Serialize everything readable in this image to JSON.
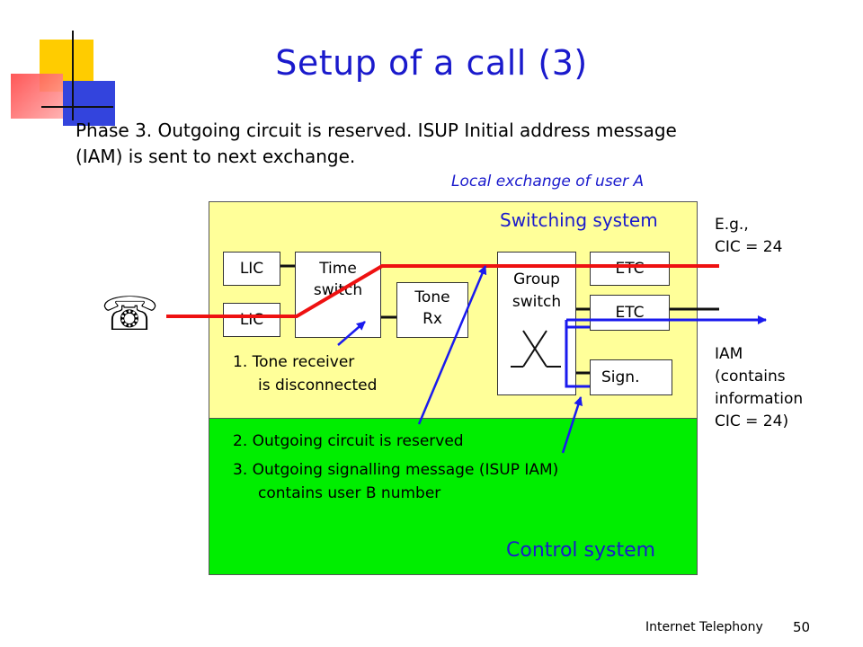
{
  "slide": {
    "title": "Setup of a call (3)",
    "subtitle_line1": "Phase 3. Outgoing circuit is reserved. ISUP Initial address message",
    "subtitle_line2": "(IAM) is sent to next exchange.",
    "caption": "Local exchange of user A",
    "footer": "Internet Telephony",
    "page_number": "50"
  },
  "diagram": {
    "switching_label": "Switching system",
    "control_label": "Control system",
    "blocks": {
      "lic_top": "LIC",
      "lic_bottom": "LIC",
      "time_switch_1": "Time",
      "time_switch_2": "switch",
      "tone_rx_1": "Tone",
      "tone_rx_2": "Rx",
      "group_switch_1": "Group",
      "group_switch_2": "switch",
      "etc_top": "ETC",
      "etc_bottom": "ETC",
      "sign": "Sign."
    },
    "notes": {
      "n1_line1": "1. Tone receiver",
      "n1_line2": "is disconnected",
      "n2": "2. Outgoing circuit is reserved",
      "n3_line1": "3. Outgoing signalling message (ISUP IAM)",
      "n3_line2": "contains user B number"
    },
    "right": {
      "eg_line1": "E.g.,",
      "eg_line2": "CIC = 24",
      "iam_line1": "IAM",
      "iam_line2": "(contains",
      "iam_line3": "information",
      "iam_line4": "CIC = 24)"
    },
    "phone_glyph": "☏",
    "colors": {
      "title": "#1a1acc",
      "path": "#ee1111",
      "signal": "#1a1aee",
      "switching_bg": "#ffff99",
      "control_bg": "#00ee00"
    }
  }
}
